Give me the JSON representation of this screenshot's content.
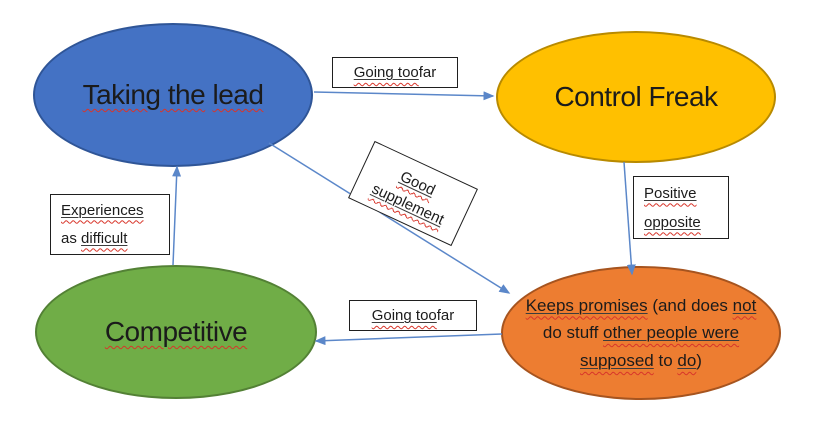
{
  "diagram": {
    "background": "#ffffff",
    "nodes": {
      "taking_the_lead": {
        "label": "Taking the lead",
        "fill": "#4472c4",
        "border": "#2f5597",
        "parts": [
          {
            "t": "Taking the"
          },
          {
            "t": " "
          },
          {
            "t": "lead"
          }
        ]
      },
      "control_freak": {
        "label": "Control Freak",
        "fill": "#ffc000",
        "border": "#b88a00",
        "parts": [
          {
            "t": "Control Freak"
          }
        ]
      },
      "competitive": {
        "label": "Competitive",
        "fill": "#70ad47",
        "border": "#538135",
        "parts": [
          {
            "t": "Competitive"
          }
        ]
      },
      "keeps_promises": {
        "label": "Keeps promises (and does not do stuff other people were supposed to do)",
        "fill": "#ed7d31",
        "border": "#a6541f",
        "parts": [
          {
            "t": "Keeps promises"
          },
          {
            "t": " (and does "
          },
          {
            "t": "not"
          },
          {
            "t": " do stuff "
          },
          {
            "t": "other people were"
          },
          {
            "t": " "
          },
          {
            "t": "supposed"
          },
          {
            "t": " to "
          },
          {
            "t": "do"
          },
          {
            "t": ")"
          }
        ]
      }
    },
    "edge_labels": {
      "going_too_far_top": {
        "label": "Going too far",
        "parts": [
          {
            "t": "Going too"
          },
          {
            "t": " far"
          }
        ]
      },
      "good_supplement": {
        "label": "Good supplement",
        "parts": [
          {
            "t": "Good"
          },
          {
            "t": "supplement"
          }
        ]
      },
      "positive_opposite": {
        "label": "Positive opposite",
        "parts": [
          {
            "t": "Positive"
          },
          {
            "t": "opposite"
          }
        ]
      },
      "experiences_as_difficult": {
        "label": "Experiences as difficult",
        "parts": [
          {
            "t": "Experiences"
          },
          {
            "t": "as "
          },
          {
            "t": "difficult"
          }
        ]
      },
      "going_too_far_bottom": {
        "label": "Going too far",
        "parts": [
          {
            "t": "Going too"
          },
          {
            "t": " far"
          }
        ]
      }
    },
    "edges": [
      {
        "from": "Taking the lead",
        "to": "Control Freak",
        "label": "Going too far"
      },
      {
        "from": "Taking the lead",
        "to": "Keeps promises (and does not do stuff other people were supposed to do)",
        "label": "Good supplement"
      },
      {
        "from": "Control Freak",
        "to": "Keeps promises (and does not do stuff other people were supposed to do)",
        "label": "Positive opposite"
      },
      {
        "from": "Keeps promises (and does not do stuff other people were supposed to do)",
        "to": "Competitive",
        "label": "Going too far"
      },
      {
        "from": "Competitive",
        "to": "Taking the lead",
        "label": "Experiences as difficult"
      }
    ],
    "colors": {
      "connector": "#5b87c9",
      "squiggle": "#d8352a",
      "flag_underline": "#3d3d3d",
      "text": "#1b1b1b",
      "label_box_border": "#1f1f1f"
    }
  }
}
